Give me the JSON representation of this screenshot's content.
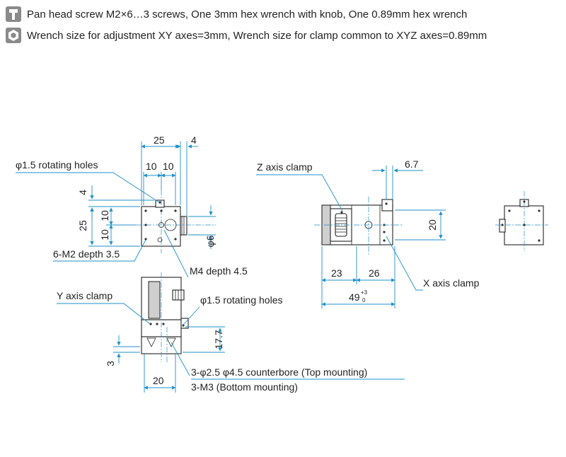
{
  "notes": [
    {
      "icon": "screw-icon",
      "text": "Pan head screw M2×6…3 screws, One 3mm hex wrench with knob, One 0.89mm hex wrench"
    },
    {
      "icon": "hex-wrench-icon",
      "text": "Wrench size for adjustment XY axes=3mm, Wrench size for clamp common to XYZ axes=0.89mm"
    }
  ],
  "top_view": {
    "dim_25_top": "25",
    "dim_4_top": "4",
    "dim_10_a": "10",
    "dim_10_b": "10",
    "dim_4_left": "4",
    "dim_25_left": "25",
    "dim_10_left_a": "10",
    "dim_10_left_b": "10",
    "dim_phi6": "φ6",
    "label_rotating_holes": "φ1.5 rotating holes",
    "label_m2_depth": "6-M2 depth 3.5",
    "label_m4_depth": "M4 depth 4.5"
  },
  "front_view": {
    "label_y_axis_clamp": "Y axis clamp",
    "label_rotating_holes": "φ1.5 rotating holes",
    "dim_17_7": "17.7",
    "dim_3": "3",
    "dim_20": "20",
    "label_counterbore": "3-φ2.5  φ4.5 counterbore (Top mounting)",
    "label_m3": "3-M3 (Bottom mounting)"
  },
  "side_view": {
    "label_z_axis_clamp": "Z axis clamp",
    "dim_6_7": "6.7",
    "dim_20": "20",
    "dim_23": "23",
    "dim_26": "26",
    "dim_49": "49",
    "tol_upper": "+3",
    "tol_lower": "0",
    "label_x_axis_clamp": "X axis clamp"
  }
}
